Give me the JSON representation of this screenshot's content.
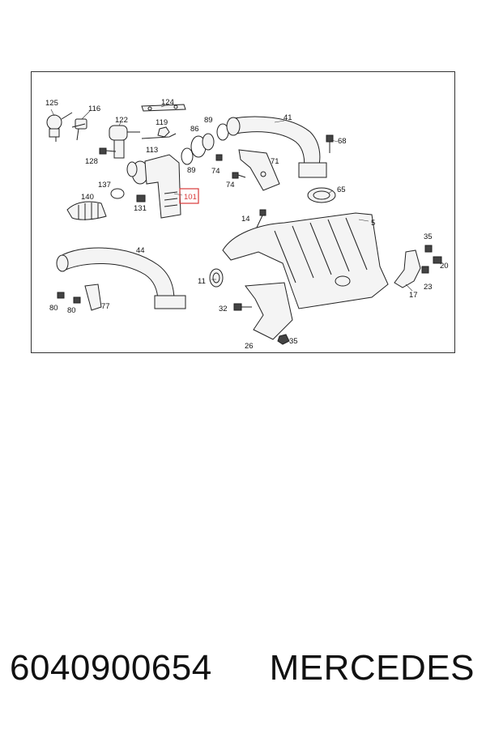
{
  "diagram": {
    "highlight_color": "#d93a3a",
    "highlighted_part": "101",
    "callouts": [
      "125",
      "116",
      "122",
      "124",
      "119",
      "89",
      "86",
      "41",
      "68",
      "113",
      "128",
      "89",
      "74",
      "71",
      "137",
      "74",
      "101",
      "65",
      "140",
      "131",
      "14",
      "5",
      "35",
      "44",
      "20",
      "11",
      "23",
      "17",
      "80",
      "80",
      "77",
      "32",
      "26",
      "35"
    ]
  },
  "caption": {
    "part_number": "6040900654",
    "brand": "MERCEDES"
  }
}
